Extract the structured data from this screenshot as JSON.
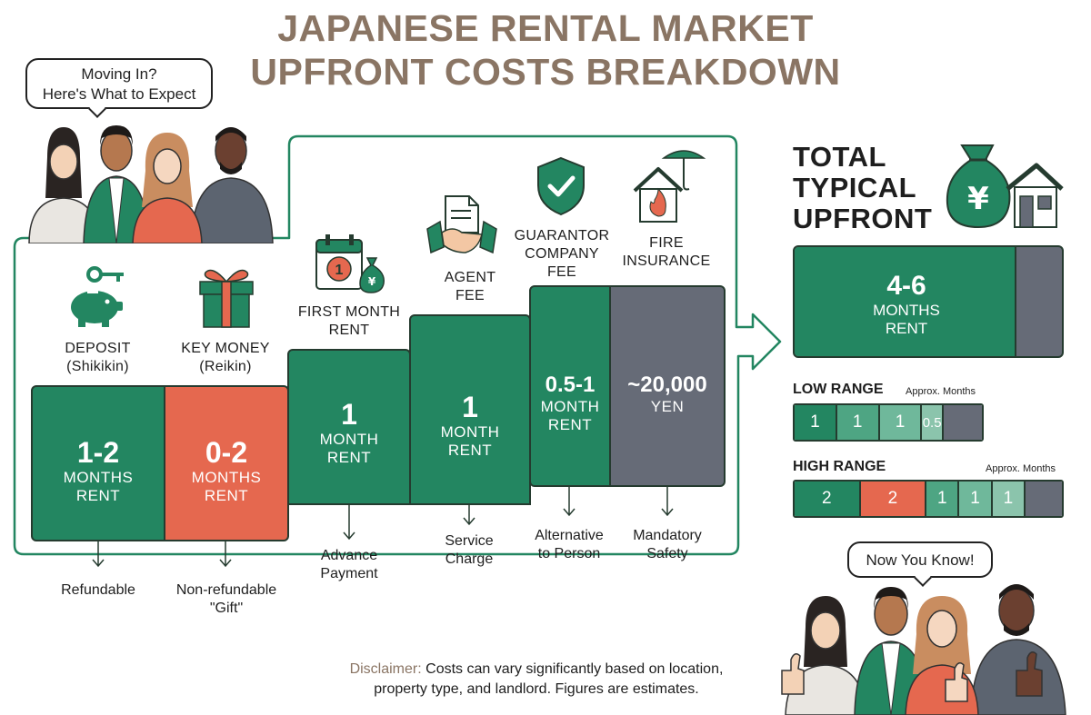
{
  "title": {
    "line1": "JAPANESE RENTAL MARKET",
    "line2": "UPFRONT COSTS BREAKDOWN"
  },
  "intro_bubble": {
    "line1": "Moving In?",
    "line2": "Here's What to Expect"
  },
  "outro_bubble": {
    "text": "Now You Know!"
  },
  "costs": [
    {
      "label_line1": "DEPOSIT",
      "label_line2": "(Shikikin)",
      "value": "1-2",
      "unit_line1": "MONTHS",
      "unit_line2": "RENT",
      "note_line1": "Refundable",
      "note_line2": "",
      "color": "#238661",
      "icon": "piggy-bank-key-icon"
    },
    {
      "label_line1": "KEY MONEY",
      "label_line2": "(Reikin)",
      "value": "0-2",
      "unit_line1": "MONTHS",
      "unit_line2": "RENT",
      "note_line1": "Non-refundable",
      "note_line2": "\"Gift\"",
      "color": "#e5684f",
      "icon": "gift-box-icon"
    },
    {
      "label_line1": "FIRST MONTH",
      "label_line2": "RENT",
      "value": "1",
      "unit_line1": "MONTH",
      "unit_line2": "RENT",
      "note_line1": "Advance",
      "note_line2": "Payment",
      "color": "#238661",
      "icon": "calendar-money-bag-icon"
    },
    {
      "label_line1": "AGENT",
      "label_line2": "FEE",
      "value": "1",
      "unit_line1": "MONTH",
      "unit_line2": "RENT",
      "note_line1": "Service",
      "note_line2": "Charge",
      "color": "#238661",
      "icon": "handshake-document-icon"
    },
    {
      "label_line1": "GUARANTOR",
      "label_line2": "COMPANY",
      "label_line3": "FEE",
      "value": "0.5-1",
      "unit_line1": "MONTH",
      "unit_line2": "RENT",
      "note_line1": "Alternative",
      "note_line2": "to Person",
      "color": "#238661",
      "icon": "shield-check-icon"
    },
    {
      "label_line1": "FIRE",
      "label_line2": "INSURANCE",
      "value": "~20,000",
      "unit_line1": "YEN",
      "unit_line2": "",
      "note_line1": "Mandatory",
      "note_line2": "Safety",
      "color": "#666b77",
      "icon": "house-fire-umbrella-icon"
    }
  ],
  "total": {
    "title_line1": "TOTAL",
    "title_line2": "TYPICAL",
    "title_line3": "UPFRONT",
    "value": "4-6",
    "unit_line1": "MONTHS",
    "unit_line2": "RENT",
    "fill_fraction": 0.83
  },
  "low_range": {
    "title": "LOW RANGE",
    "approx": "Approx. Months",
    "segments": [
      {
        "label": "1",
        "value": 1,
        "color": "#238661"
      },
      {
        "label": "1",
        "value": 1,
        "color": "#4ea583"
      },
      {
        "label": "1",
        "value": 1,
        "color": "#6fb89b"
      },
      {
        "label": "0.5",
        "value": 0.5,
        "color": "#8bc4ac"
      },
      {
        "label": "",
        "value": 0.9,
        "color": "#666b77"
      }
    ]
  },
  "high_range": {
    "title": "HIGH RANGE",
    "approx": "Approx. Months",
    "segments": [
      {
        "label": "2",
        "value": 2,
        "color": "#238661"
      },
      {
        "label": "2",
        "value": 2,
        "color": "#e5684f"
      },
      {
        "label": "1",
        "value": 1,
        "color": "#4ea583"
      },
      {
        "label": "1",
        "value": 1,
        "color": "#6fb89b"
      },
      {
        "label": "1",
        "value": 1,
        "color": "#8bc4ac"
      },
      {
        "label": "",
        "value": 1.1,
        "color": "#666b77"
      }
    ]
  },
  "disclaimer": {
    "prefix": "Disclaimer:",
    "line1": " Costs can vary significantly based on location,",
    "line2": "property type, and landlord. Figures are estimates."
  },
  "colors": {
    "title": "#8a7564",
    "green": "#238661",
    "coral": "#e5684f",
    "gray": "#666b77",
    "outline": "#253b2f",
    "path_line": "#238661"
  }
}
